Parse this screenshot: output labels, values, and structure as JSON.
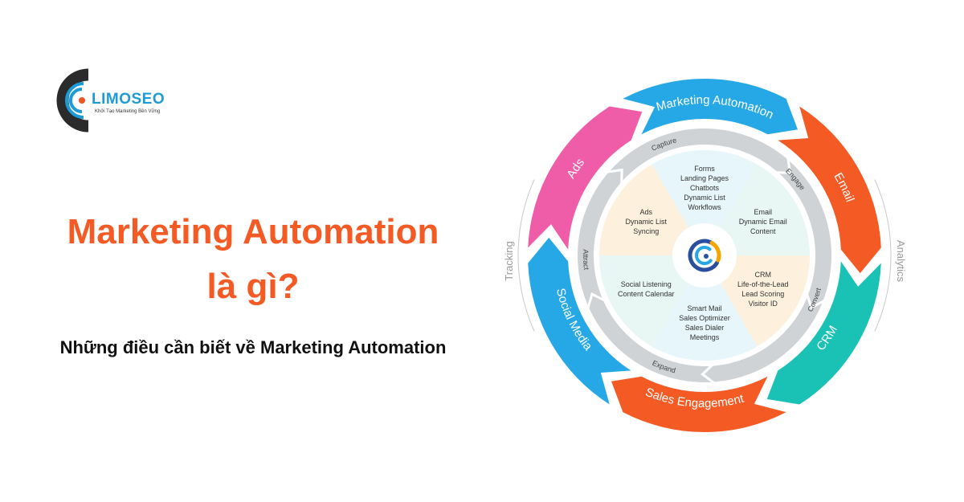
{
  "logo": {
    "name": "LIMOSEO",
    "tagline": "Khởi Tạo Marketing Bền Vững",
    "colors": {
      "ring": "#1e9bd7",
      "dark": "#2b2b2b",
      "accent": "#ef5423"
    }
  },
  "headline": {
    "line1": "Marketing Automation",
    "line2": "là gì?"
  },
  "subheadline": "Những điều cần biết về Marketing Automation",
  "diagram": {
    "outer_segments": [
      {
        "label": "Marketing Automation",
        "color": "#27a8e6"
      },
      {
        "label": "Email",
        "color": "#f35a24"
      },
      {
        "label": "CRM",
        "color": "#19c2b4"
      },
      {
        "label": "Sales Engagement",
        "color": "#f35a24"
      },
      {
        "label": "Social Media",
        "color": "#27a8e6"
      },
      {
        "label": "Ads",
        "color": "#ef5da8"
      }
    ],
    "side_labels": {
      "left": "Tracking",
      "right": "Analytics"
    },
    "ring_stages": [
      "Capture",
      "Engage",
      "Convert",
      "Expand",
      "Attract"
    ],
    "inner_wedges": [
      {
        "lines": [
          "Forms",
          "Landing Pages",
          "Chatbots",
          "Dynamic List",
          "Workflows"
        ],
        "color": "#e6f6fb"
      },
      {
        "lines": [
          "Email",
          "Dynamic Email",
          "Content"
        ],
        "color": "#e8f7f4"
      },
      {
        "lines": [
          "CRM",
          "Life-of-the-Lead",
          "Lead Scoring",
          "Visitor ID"
        ],
        "color": "#fdf1de"
      },
      {
        "lines": [
          "Smart Mail",
          "Sales Optimizer",
          "Sales Dialer",
          "Meetings"
        ],
        "color": "#e6f6fb"
      },
      {
        "lines": [
          "Social Listening",
          "Content Calendar"
        ],
        "color": "#e8f7f4"
      },
      {
        "lines": [
          "Ads",
          "Dynamic List",
          "Syncing"
        ],
        "color": "#fdf1de"
      }
    ],
    "center_icon": "ring-c-icon"
  }
}
